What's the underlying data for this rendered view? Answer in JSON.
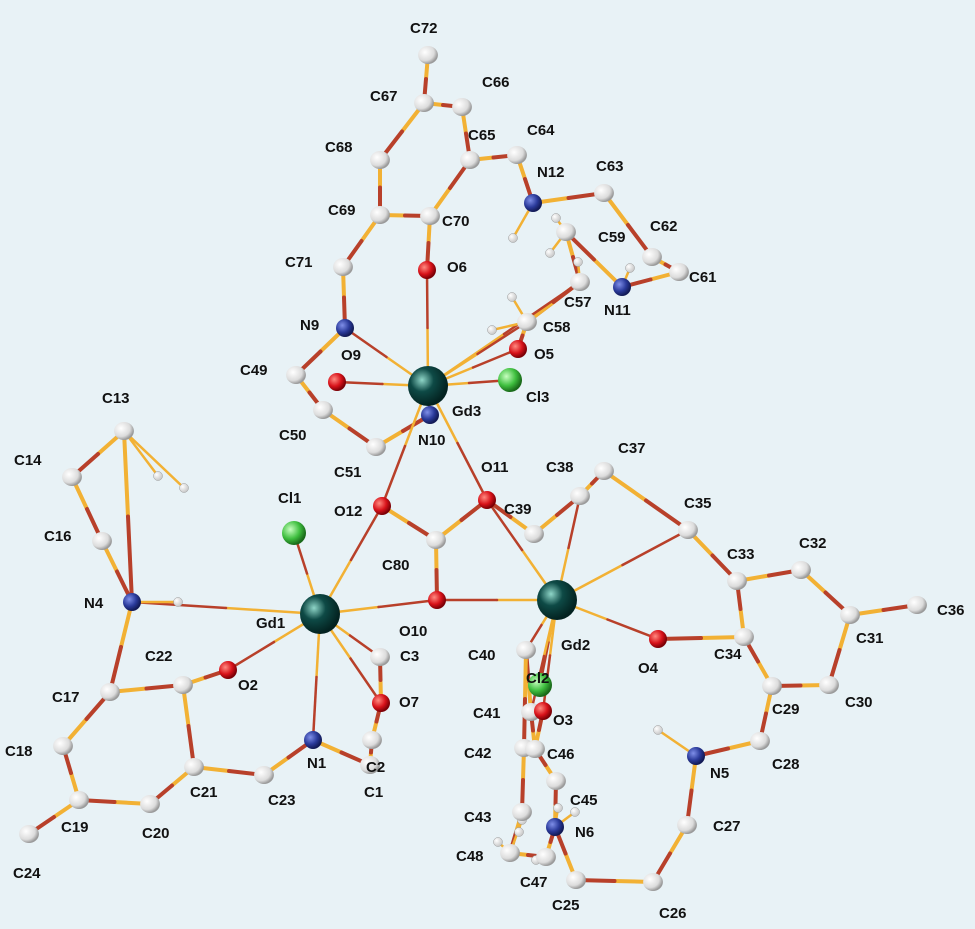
{
  "colors": {
    "background": "#e8f2f6",
    "bond_light": "#f2b134",
    "bond_dark": "#b8402a",
    "carbon": "#e6e6e6",
    "hydrogen": "#ffffff",
    "nitrogen": "#2a3a9a",
    "oxygen": "#d8121a",
    "chlorine": "#3fbf3f",
    "gadolinium": "#0e4a46"
  },
  "atoms": [
    {
      "id": "C72",
      "el": "C",
      "label": "C72"
    },
    {
      "id": "C67",
      "el": "C",
      "label": "C67"
    },
    {
      "id": "C66",
      "el": "C",
      "label": "C66"
    },
    {
      "id": "C65",
      "el": "C",
      "label": "C65"
    },
    {
      "id": "C64",
      "el": "C",
      "label": "C64"
    },
    {
      "id": "C68",
      "el": "C",
      "label": "C68"
    },
    {
      "id": "N12",
      "el": "N",
      "label": "N12"
    },
    {
      "id": "C63",
      "el": "C",
      "label": "C63"
    },
    {
      "id": "C69",
      "el": "C",
      "label": "C69"
    },
    {
      "id": "C70",
      "el": "C",
      "label": "C70"
    },
    {
      "id": "C59",
      "el": "C",
      "label": "C59"
    },
    {
      "id": "C62",
      "el": "C",
      "label": "C62"
    },
    {
      "id": "C71",
      "el": "C",
      "label": "C71"
    },
    {
      "id": "O6",
      "el": "O",
      "label": "O6"
    },
    {
      "id": "C61",
      "el": "C",
      "label": "C61"
    },
    {
      "id": "N11",
      "el": "N",
      "label": "N11"
    },
    {
      "id": "C57",
      "el": "C",
      "label": "C57"
    },
    {
      "id": "N9",
      "el": "N",
      "label": "N9"
    },
    {
      "id": "C58",
      "el": "C",
      "label": "C58"
    },
    {
      "id": "O9",
      "el": "O",
      "label": "O9"
    },
    {
      "id": "O5",
      "el": "O",
      "label": "O5"
    },
    {
      "id": "C49",
      "el": "C",
      "label": "C49"
    },
    {
      "id": "Gd3",
      "el": "Gd",
      "label": "Gd3"
    },
    {
      "id": "Cl3",
      "el": "Cl",
      "label": "Cl3"
    },
    {
      "id": "C13",
      "el": "C",
      "label": "C13"
    },
    {
      "id": "N10",
      "el": "N",
      "label": "N10"
    },
    {
      "id": "C50",
      "el": "C",
      "label": "C50"
    },
    {
      "id": "C14",
      "el": "C",
      "label": "C14"
    },
    {
      "id": "C51",
      "el": "C",
      "label": "C51"
    },
    {
      "id": "O11",
      "el": "O",
      "label": "O11"
    },
    {
      "id": "C38",
      "el": "C",
      "label": "C38"
    },
    {
      "id": "C37",
      "el": "C",
      "label": "C37"
    },
    {
      "id": "Cl1",
      "el": "Cl",
      "label": "Cl1"
    },
    {
      "id": "O12",
      "el": "O",
      "label": "O12"
    },
    {
      "id": "C39",
      "el": "C",
      "label": "C39"
    },
    {
      "id": "C35",
      "el": "C",
      "label": "C35"
    },
    {
      "id": "C16",
      "el": "C",
      "label": "C16"
    },
    {
      "id": "C80",
      "el": "C",
      "label": "C80"
    },
    {
      "id": "C33",
      "el": "C",
      "label": "C33"
    },
    {
      "id": "C32",
      "el": "C",
      "label": "C32"
    },
    {
      "id": "N4",
      "el": "N",
      "label": "N4"
    },
    {
      "id": "Gd1",
      "el": "Gd",
      "label": "Gd1"
    },
    {
      "id": "O10",
      "el": "O",
      "label": "O10"
    },
    {
      "id": "C36",
      "el": "C",
      "label": "C36"
    },
    {
      "id": "C31",
      "el": "C",
      "label": "C31"
    },
    {
      "id": "C40",
      "el": "C",
      "label": "C40"
    },
    {
      "id": "Gd2",
      "el": "Gd",
      "label": "Gd2"
    },
    {
      "id": "O4",
      "el": "O",
      "label": "O4"
    },
    {
      "id": "C34",
      "el": "C",
      "label": "C34"
    },
    {
      "id": "C3",
      "el": "C",
      "label": "C3"
    },
    {
      "id": "C22",
      "el": "C",
      "label": "C22"
    },
    {
      "id": "C17",
      "el": "C",
      "label": "C17"
    },
    {
      "id": "O2",
      "el": "O",
      "label": "O2"
    },
    {
      "id": "O7",
      "el": "O",
      "label": "O7"
    },
    {
      "id": "Cl2",
      "el": "Cl",
      "label": "Cl2"
    },
    {
      "id": "C30",
      "el": "C",
      "label": "C30"
    },
    {
      "id": "C29",
      "el": "C",
      "label": "C29"
    },
    {
      "id": "C41",
      "el": "C",
      "label": "C41"
    },
    {
      "id": "O3",
      "el": "O",
      "label": "O3"
    },
    {
      "id": "C2",
      "el": "C",
      "label": "C2"
    },
    {
      "id": "C18",
      "el": "C",
      "label": "C18"
    },
    {
      "id": "N1",
      "el": "N",
      "label": "N1"
    },
    {
      "id": "C42",
      "el": "C",
      "label": "C42"
    },
    {
      "id": "C46",
      "el": "C",
      "label": "C46"
    },
    {
      "id": "C21",
      "el": "C",
      "label": "C21"
    },
    {
      "id": "C28",
      "el": "C",
      "label": "C28"
    },
    {
      "id": "N5",
      "el": "N",
      "label": "N5"
    },
    {
      "id": "C1",
      "el": "C",
      "label": "C1"
    },
    {
      "id": "C23",
      "el": "C",
      "label": "C23"
    },
    {
      "id": "C45",
      "el": "C",
      "label": "C45"
    },
    {
      "id": "C19",
      "el": "C",
      "label": "C19"
    },
    {
      "id": "C20",
      "el": "C",
      "label": "C20"
    },
    {
      "id": "C43",
      "el": "C",
      "label": "C43"
    },
    {
      "id": "N6",
      "el": "N",
      "label": "N6"
    },
    {
      "id": "C27",
      "el": "C",
      "label": "C27"
    },
    {
      "id": "C48",
      "el": "C",
      "label": "C48"
    },
    {
      "id": "C47",
      "el": "C",
      "label": "C47"
    },
    {
      "id": "C24",
      "el": "C",
      "label": "C24"
    },
    {
      "id": "C25",
      "el": "C",
      "label": "C25"
    },
    {
      "id": "C26",
      "el": "C",
      "label": "C26"
    }
  ]
}
